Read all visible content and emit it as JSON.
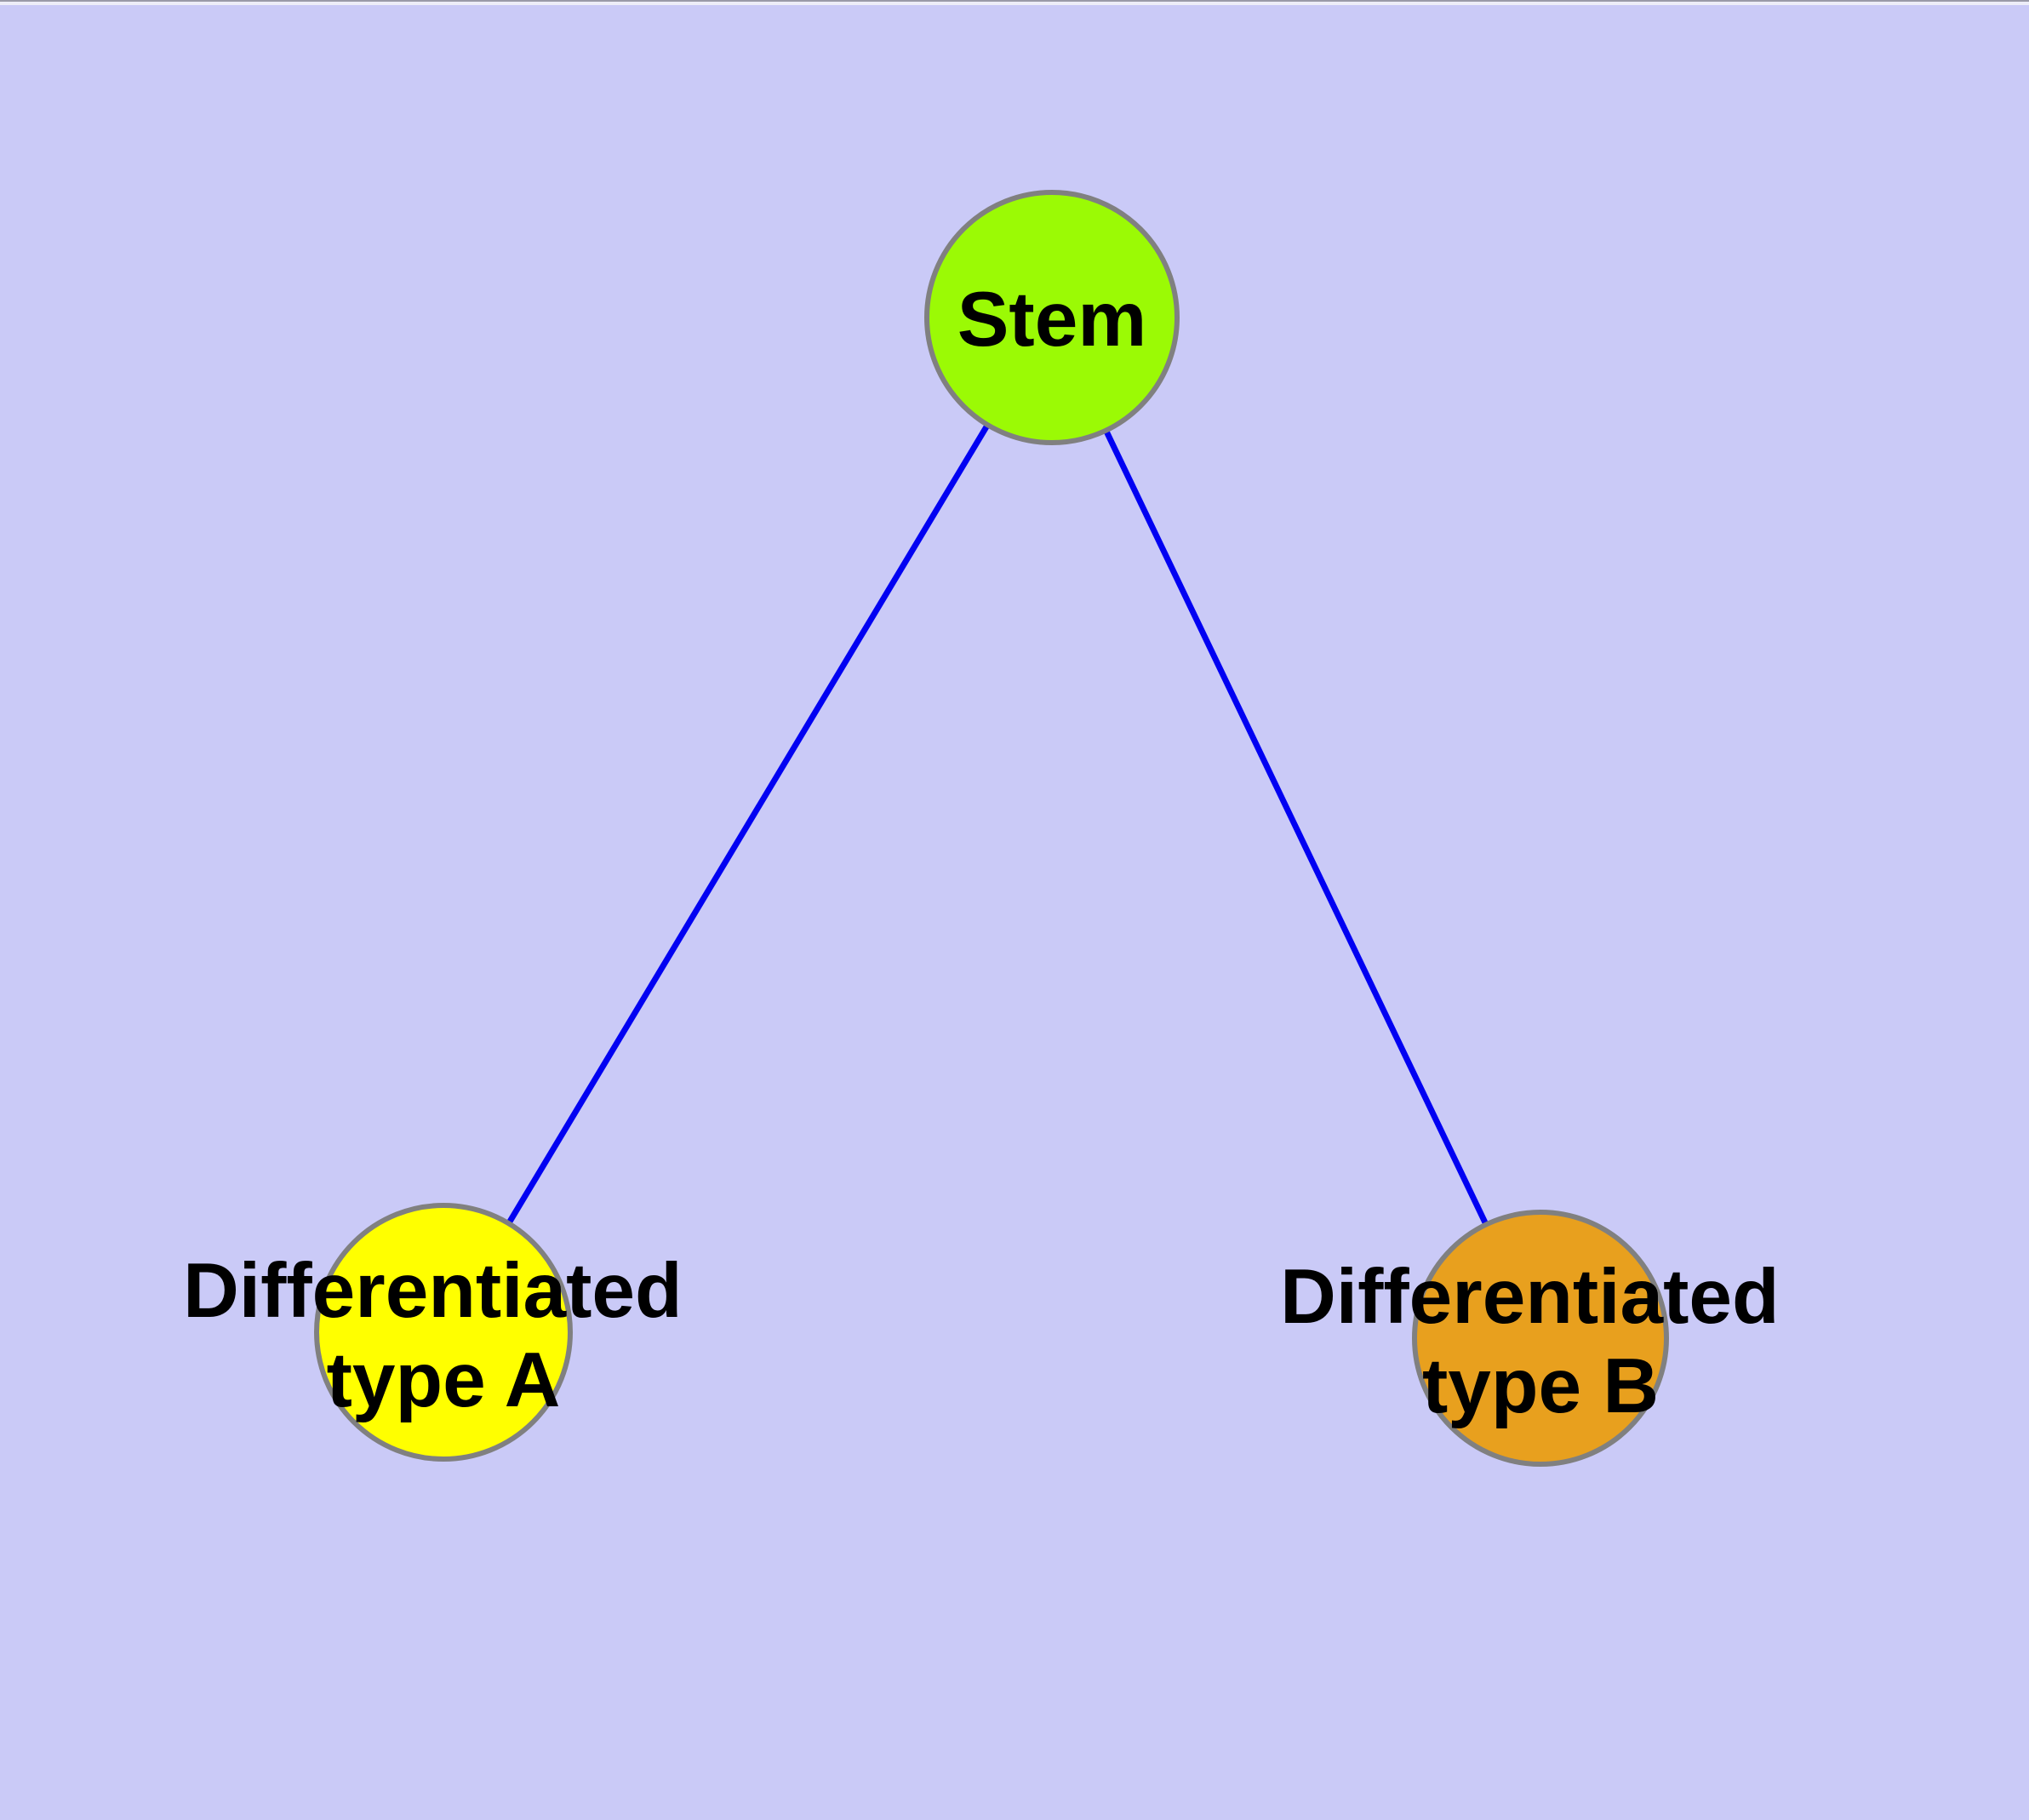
{
  "canvas": {
    "background": "#cacaf7",
    "top_edge_dark": "#9a9aa8",
    "top_edge_light": "#ededf8"
  },
  "diagram": {
    "type": "node-link-graph",
    "description": "Stem cell differentiation graph: one stem node connected to two differentiated cell type nodes",
    "nodes": [
      {
        "id": "stem",
        "label": "Stem",
        "lines": [
          "Stem"
        ],
        "fill": "#9bfa05",
        "border": "#808080"
      },
      {
        "id": "differentiated-type-a",
        "label": "Differentiated type A",
        "lines": [
          "Differentiated",
          "type A"
        ],
        "fill": "#ffff00",
        "border": "#808080"
      },
      {
        "id": "differentiated-type-b",
        "label": "Differentiated type B",
        "lines": [
          "Differentiated",
          "type B"
        ],
        "fill": "#e8a01e",
        "border": "#808080"
      }
    ],
    "edges": [
      {
        "from": "stem",
        "to": "differentiated-type-a",
        "color": "#0101f2"
      },
      {
        "from": "stem",
        "to": "differentiated-type-b",
        "color": "#0101f2"
      }
    ],
    "text_color": "#000000"
  }
}
